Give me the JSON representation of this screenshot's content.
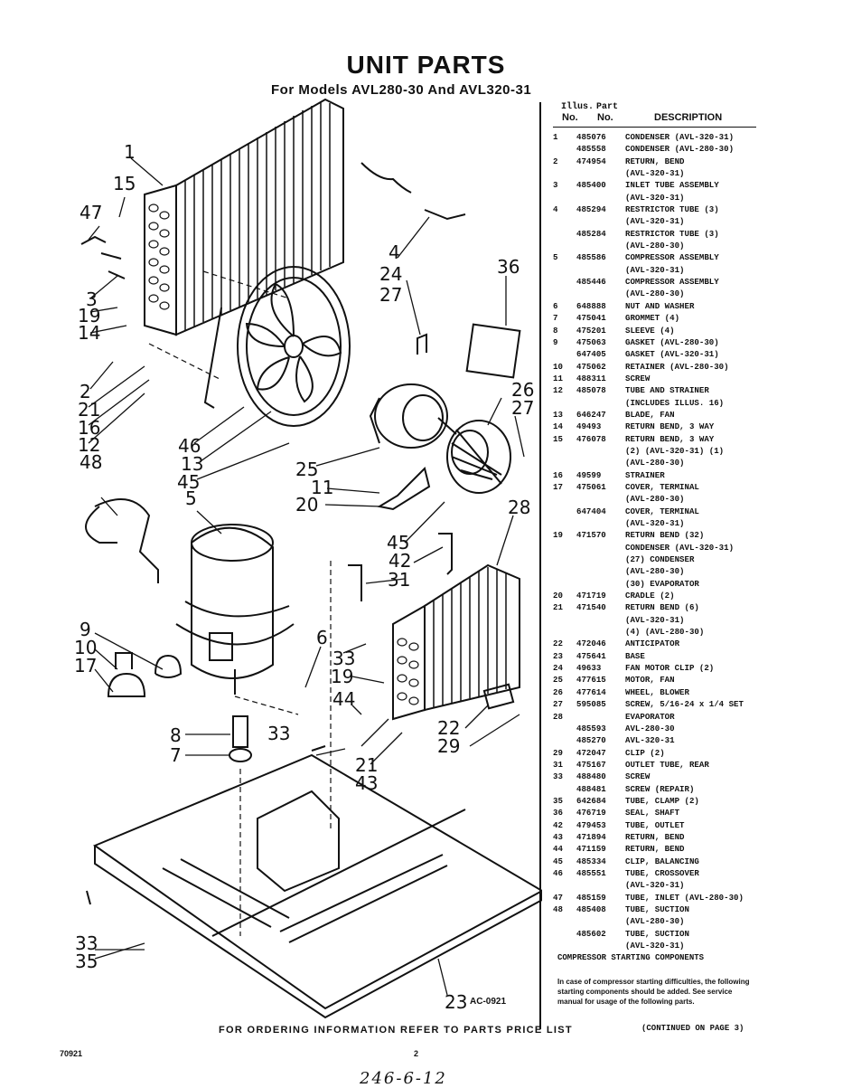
{
  "title": "UNIT PARTS",
  "subtitle": "For Models AVL280-30 And AVL320-31",
  "table_header": {
    "illus": "Illus.",
    "part": "Part",
    "no1": "No.",
    "no2": "No.",
    "description": "DESCRIPTION"
  },
  "parts": [
    {
      "ill": "1",
      "part": "485076",
      "desc": "CONDENSER (AVL-320-31)"
    },
    {
      "ill": "",
      "part": "485558",
      "desc": "CONDENSER (AVL-280-30)"
    },
    {
      "ill": "2",
      "part": "474954",
      "desc": "RETURN, BEND"
    },
    {
      "ill": "",
      "part": "",
      "desc": "(AVL-320-31)"
    },
    {
      "ill": "3",
      "part": "485400",
      "desc": "INLET TUBE ASSEMBLY"
    },
    {
      "ill": "",
      "part": "",
      "desc": "(AVL-320-31)"
    },
    {
      "ill": "4",
      "part": "485294",
      "desc": "RESTRICTOR TUBE (3)"
    },
    {
      "ill": "",
      "part": "",
      "desc": "(AVL-320-31)"
    },
    {
      "ill": "",
      "part": "485284",
      "desc": "RESTRICTOR TUBE (3)"
    },
    {
      "ill": "",
      "part": "",
      "desc": "(AVL-280-30)"
    },
    {
      "ill": "5",
      "part": "485586",
      "desc": "COMPRESSOR ASSEMBLY"
    },
    {
      "ill": "",
      "part": "",
      "desc": "(AVL-320-31)"
    },
    {
      "ill": "",
      "part": "485446",
      "desc": "COMPRESSOR ASSEMBLY"
    },
    {
      "ill": "",
      "part": "",
      "desc": "(AVL-280-30)"
    },
    {
      "ill": "6",
      "part": "648888",
      "desc": "NUT AND WASHER"
    },
    {
      "ill": "7",
      "part": "475041",
      "desc": "GROMMET (4)"
    },
    {
      "ill": "8",
      "part": "475201",
      "desc": "SLEEVE (4)"
    },
    {
      "ill": "9",
      "part": "475063",
      "desc": "GASKET (AVL-280-30)"
    },
    {
      "ill": "",
      "part": "647405",
      "desc": "GASKET (AVL-320-31)"
    },
    {
      "ill": "10",
      "part": "475062",
      "desc": "RETAINER (AVL-280-30)"
    },
    {
      "ill": "11",
      "part": "488311",
      "desc": "SCREW"
    },
    {
      "ill": "12",
      "part": "485078",
      "desc": "TUBE AND STRAINER"
    },
    {
      "ill": "",
      "part": "",
      "desc": "(INCLUDES ILLUS. 16)"
    },
    {
      "ill": "13",
      "part": "646247",
      "desc": "BLADE, FAN"
    },
    {
      "ill": "14",
      "part": "49493",
      "desc": "RETURN BEND, 3 WAY"
    },
    {
      "ill": "15",
      "part": "476078",
      "desc": "RETURN BEND, 3 WAY"
    },
    {
      "ill": "",
      "part": "",
      "desc": "(2) (AVL-320-31) (1)"
    },
    {
      "ill": "",
      "part": "",
      "desc": "(AVL-280-30)"
    },
    {
      "ill": "16",
      "part": "49599",
      "desc": "STRAINER"
    },
    {
      "ill": "17",
      "part": "475061",
      "desc": "COVER, TERMINAL"
    },
    {
      "ill": "",
      "part": "",
      "desc": "(AVL-280-30)"
    },
    {
      "ill": "",
      "part": "647404",
      "desc": "COVER, TERMINAL"
    },
    {
      "ill": "",
      "part": "",
      "desc": "(AVL-320-31)"
    },
    {
      "ill": "19",
      "part": "471570",
      "desc": "RETURN BEND (32)"
    },
    {
      "ill": "",
      "part": "",
      "desc": "CONDENSER (AVL-320-31)"
    },
    {
      "ill": "",
      "part": "",
      "desc": "(27) CONDENSER"
    },
    {
      "ill": "",
      "part": "",
      "desc": "(AVL-280-30)"
    },
    {
      "ill": "",
      "part": "",
      "desc": "(30) EVAPORATOR"
    },
    {
      "ill": "20",
      "part": "471719",
      "desc": "CRADLE (2)"
    },
    {
      "ill": "21",
      "part": "471540",
      "desc": "RETURN BEND (6)"
    },
    {
      "ill": "",
      "part": "",
      "desc": "(AVL-320-31)"
    },
    {
      "ill": "",
      "part": "",
      "desc": "(4) (AVL-280-30)"
    },
    {
      "ill": "22",
      "part": "472046",
      "desc": "ANTICIPATOR"
    },
    {
      "ill": "23",
      "part": "475641",
      "desc": "BASE"
    },
    {
      "ill": "24",
      "part": "49633",
      "desc": "FAN MOTOR CLIP (2)"
    },
    {
      "ill": "25",
      "part": "477615",
      "desc": "MOTOR, FAN"
    },
    {
      "ill": "26",
      "part": "477614",
      "desc": "WHEEL, BLOWER"
    },
    {
      "ill": "27",
      "part": "595085",
      "desc": "SCREW, 5/16-24 x 1/4 SET"
    },
    {
      "ill": "28",
      "part": "",
      "desc": "EVAPORATOR"
    },
    {
      "ill": "",
      "part": "485593",
      "desc": "AVL-280-30"
    },
    {
      "ill": "",
      "part": "485270",
      "desc": "AVL-320-31"
    },
    {
      "ill": "29",
      "part": "472047",
      "desc": "CLIP (2)"
    },
    {
      "ill": "31",
      "part": "475167",
      "desc": "OUTLET TUBE, REAR"
    },
    {
      "ill": "33",
      "part": "488480",
      "desc": "SCREW"
    },
    {
      "ill": "",
      "part": "488481",
      "desc": "SCREW (REPAIR)"
    },
    {
      "ill": "35",
      "part": "642684",
      "desc": "TUBE, CLAMP (2)"
    },
    {
      "ill": "36",
      "part": "476719",
      "desc": "SEAL, SHAFT"
    },
    {
      "ill": "42",
      "part": "479453",
      "desc": "TUBE, OUTLET"
    },
    {
      "ill": "43",
      "part": "471894",
      "desc": "RETURN, BEND"
    },
    {
      "ill": "44",
      "part": "471159",
      "desc": "RETURN, BEND"
    },
    {
      "ill": "45",
      "part": "485334",
      "desc": "CLIP, BALANCING"
    },
    {
      "ill": "46",
      "part": "485551",
      "desc": "TUBE, CROSSOVER"
    },
    {
      "ill": "",
      "part": "",
      "desc": "(AVL-320-31)"
    },
    {
      "ill": "47",
      "part": "485159",
      "desc": "TUBE, INLET (AVL-280-30)"
    },
    {
      "ill": "48",
      "part": "485408",
      "desc": "TUBE, SUCTION"
    },
    {
      "ill": "",
      "part": "",
      "desc": "(AVL-280-30)"
    },
    {
      "ill": "",
      "part": "485602",
      "desc": "TUBE, SUCTION"
    },
    {
      "ill": "",
      "part": "",
      "desc": "(AVL-320-31)"
    }
  ],
  "starting_heading": "COMPRESSOR STARTING COMPONENTS",
  "starting_note": "In case of compressor starting difficulties, the following starting components should be added. See service manual for usage of the following parts.",
  "ordering": "FOR ORDERING INFORMATION REFER TO PARTS PRICE LIST",
  "continued": "(CONTINUED ON PAGE 3)",
  "doc_code": "70921",
  "page_number": "2",
  "drawing_code": "AC-0921",
  "handwritten": "246-6-12",
  "callouts": [
    "1",
    "15",
    "47",
    "3",
    "19",
    "14",
    "2",
    "21",
    "16",
    "12",
    "48",
    "46",
    "13",
    "45",
    "5",
    "9",
    "10",
    "17",
    "8",
    "7",
    "33",
    "33",
    "35",
    "23",
    "36",
    "4",
    "24",
    "27",
    "26",
    "27",
    "25",
    "11",
    "20",
    "28",
    "45",
    "42",
    "31",
    "6",
    "33",
    "19",
    "44",
    "21",
    "43",
    "22",
    "29"
  ]
}
